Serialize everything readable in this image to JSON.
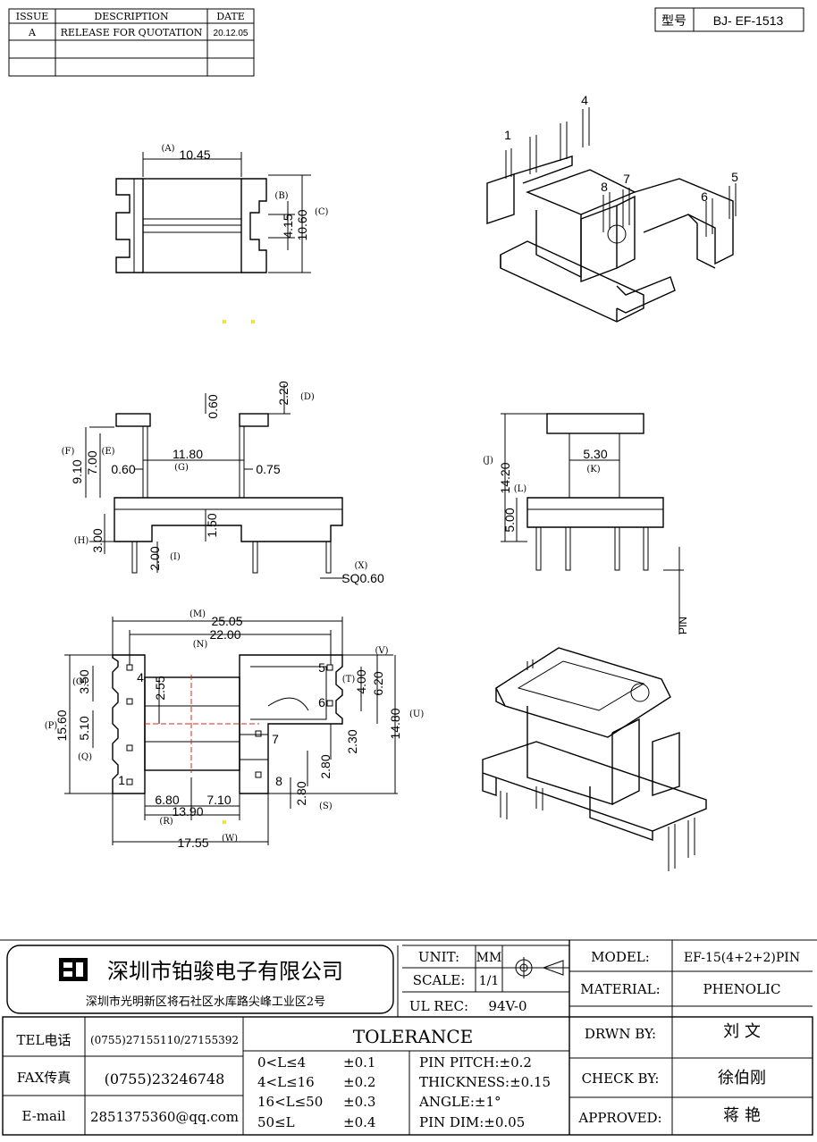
{
  "revision_table": {
    "headers": [
      "ISSUE",
      "DESCRIPTION",
      "DATE"
    ],
    "rows": [
      [
        "A",
        "RELEASE FOR QUOTATION",
        "20.12.05"
      ]
    ]
  },
  "model_box": {
    "label": "型号",
    "value": "BJ- EF-1513"
  },
  "pin_numbers_iso_top": [
    "1",
    "4",
    "8",
    "7",
    "5",
    "6"
  ],
  "top_view": {
    "dims": [
      "10.45",
      "4.15",
      "10.60"
    ],
    "tags": [
      "(A)",
      "(B)",
      "(C)"
    ]
  },
  "front_view": {
    "dims": [
      "0.60",
      "2.20",
      "9.10",
      "7.00",
      "11.80",
      "0.60",
      "0.75",
      "1.50",
      "3.00",
      "2.00",
      "SQ0.60"
    ],
    "tags": [
      "(D)",
      "(F)",
      "(E)",
      "(G)",
      "(H)",
      "(I)",
      "(X)"
    ]
  },
  "side_view": {
    "dims": [
      "14.20",
      "5.30",
      "5.00"
    ],
    "tags": [
      "(J)",
      "(L)",
      "(K)"
    ],
    "pin_note": "PIN"
  },
  "bottom_view": {
    "dims": [
      "25.05",
      "22.00",
      "3.50",
      "2.55",
      "15.60",
      "5.10",
      "4.00",
      "6.20",
      "14.80",
      "2.30",
      "2.80",
      "6.80",
      "7.10",
      "13.90",
      "2.80",
      "17.55"
    ],
    "tags": [
      "(M)",
      "(N)",
      "(O)",
      "(P)",
      "(Q)",
      "(V)",
      "(T)",
      "(U)",
      "(R)",
      "(S)",
      "(W)"
    ],
    "pin_numbers": [
      "4",
      "5",
      "6",
      "7",
      "1",
      "8"
    ]
  },
  "title_block": {
    "company": "深圳市铂骏电子有限公司",
    "address": "深圳市光明新区将石社区水库路尖峰工业区2号",
    "unit_label": "UNIT:",
    "unit_value": "MM",
    "scale_label": "SCALE:",
    "scale_value": "1/1",
    "ul_label": "UL REC:",
    "ul_value": "94V-0",
    "model_label": "MODEL:",
    "model_value": "EF-15(4+2+2)PIN",
    "material_label": "MATERIAL:",
    "material_value": "PHENOLIC",
    "drawn_label": "DRWN BY:",
    "drawn_value": "刘  文",
    "check_label": "CHECK BY:",
    "check_value": "徐伯刚",
    "approved_label": "APPROVED:",
    "approved_value": "蒋  艳",
    "tel_label": "TEL电话",
    "tel_value": "(0755)27155110/27155392",
    "fax_label": "FAX传真",
    "fax_value": "(0755)23246748",
    "email_label": "E-mail",
    "email_value": "2851375360@qq.com",
    "tolerance_title": "TOLERANCE",
    "tolerance_ranges": [
      "0<L≤4",
      "4<L≤16",
      "16<L≤50",
      "50≤L"
    ],
    "tolerance_values": [
      "±0.1",
      "±0.2",
      "±0.3",
      "±0.4"
    ],
    "pin_pitch": "PIN PITCH:±0.2",
    "thickness": "THICKNESS:±0.15",
    "angle": "ANGLE:±1°",
    "pin_dim": "PIN DIM:±0.05"
  }
}
